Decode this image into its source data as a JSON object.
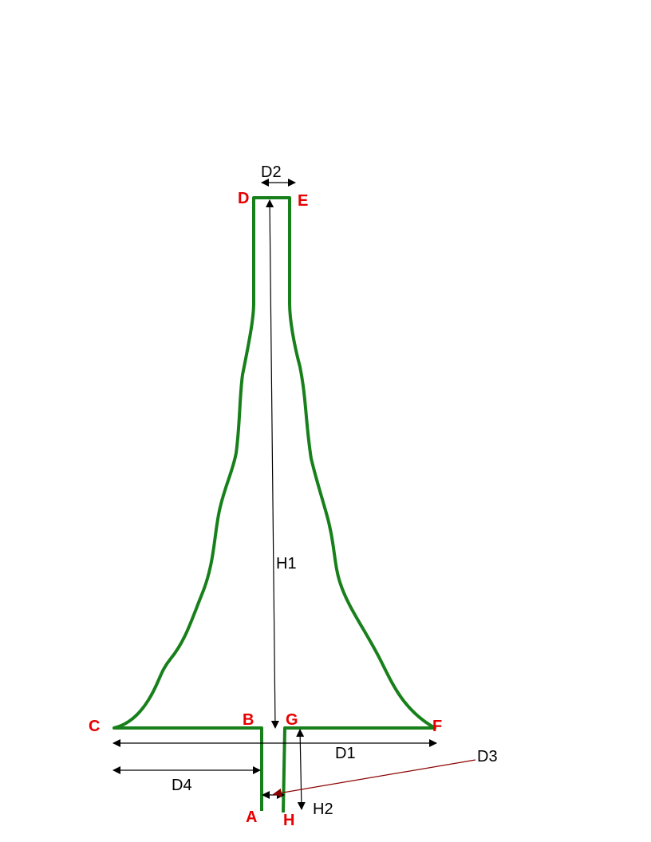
{
  "colors": {
    "shape": "#17801a",
    "point_label": "#e60000",
    "dimension": "#000000",
    "leader": "#8b0000"
  },
  "points": {
    "A": "A",
    "B": "B",
    "C": "C",
    "D": "D",
    "E": "E",
    "F": "F",
    "G": "G",
    "H": "H"
  },
  "dimensions": {
    "D1": "D1",
    "D2": "D2",
    "D3": "D3",
    "D4": "D4",
    "H1": "H1",
    "H2": "H2"
  }
}
